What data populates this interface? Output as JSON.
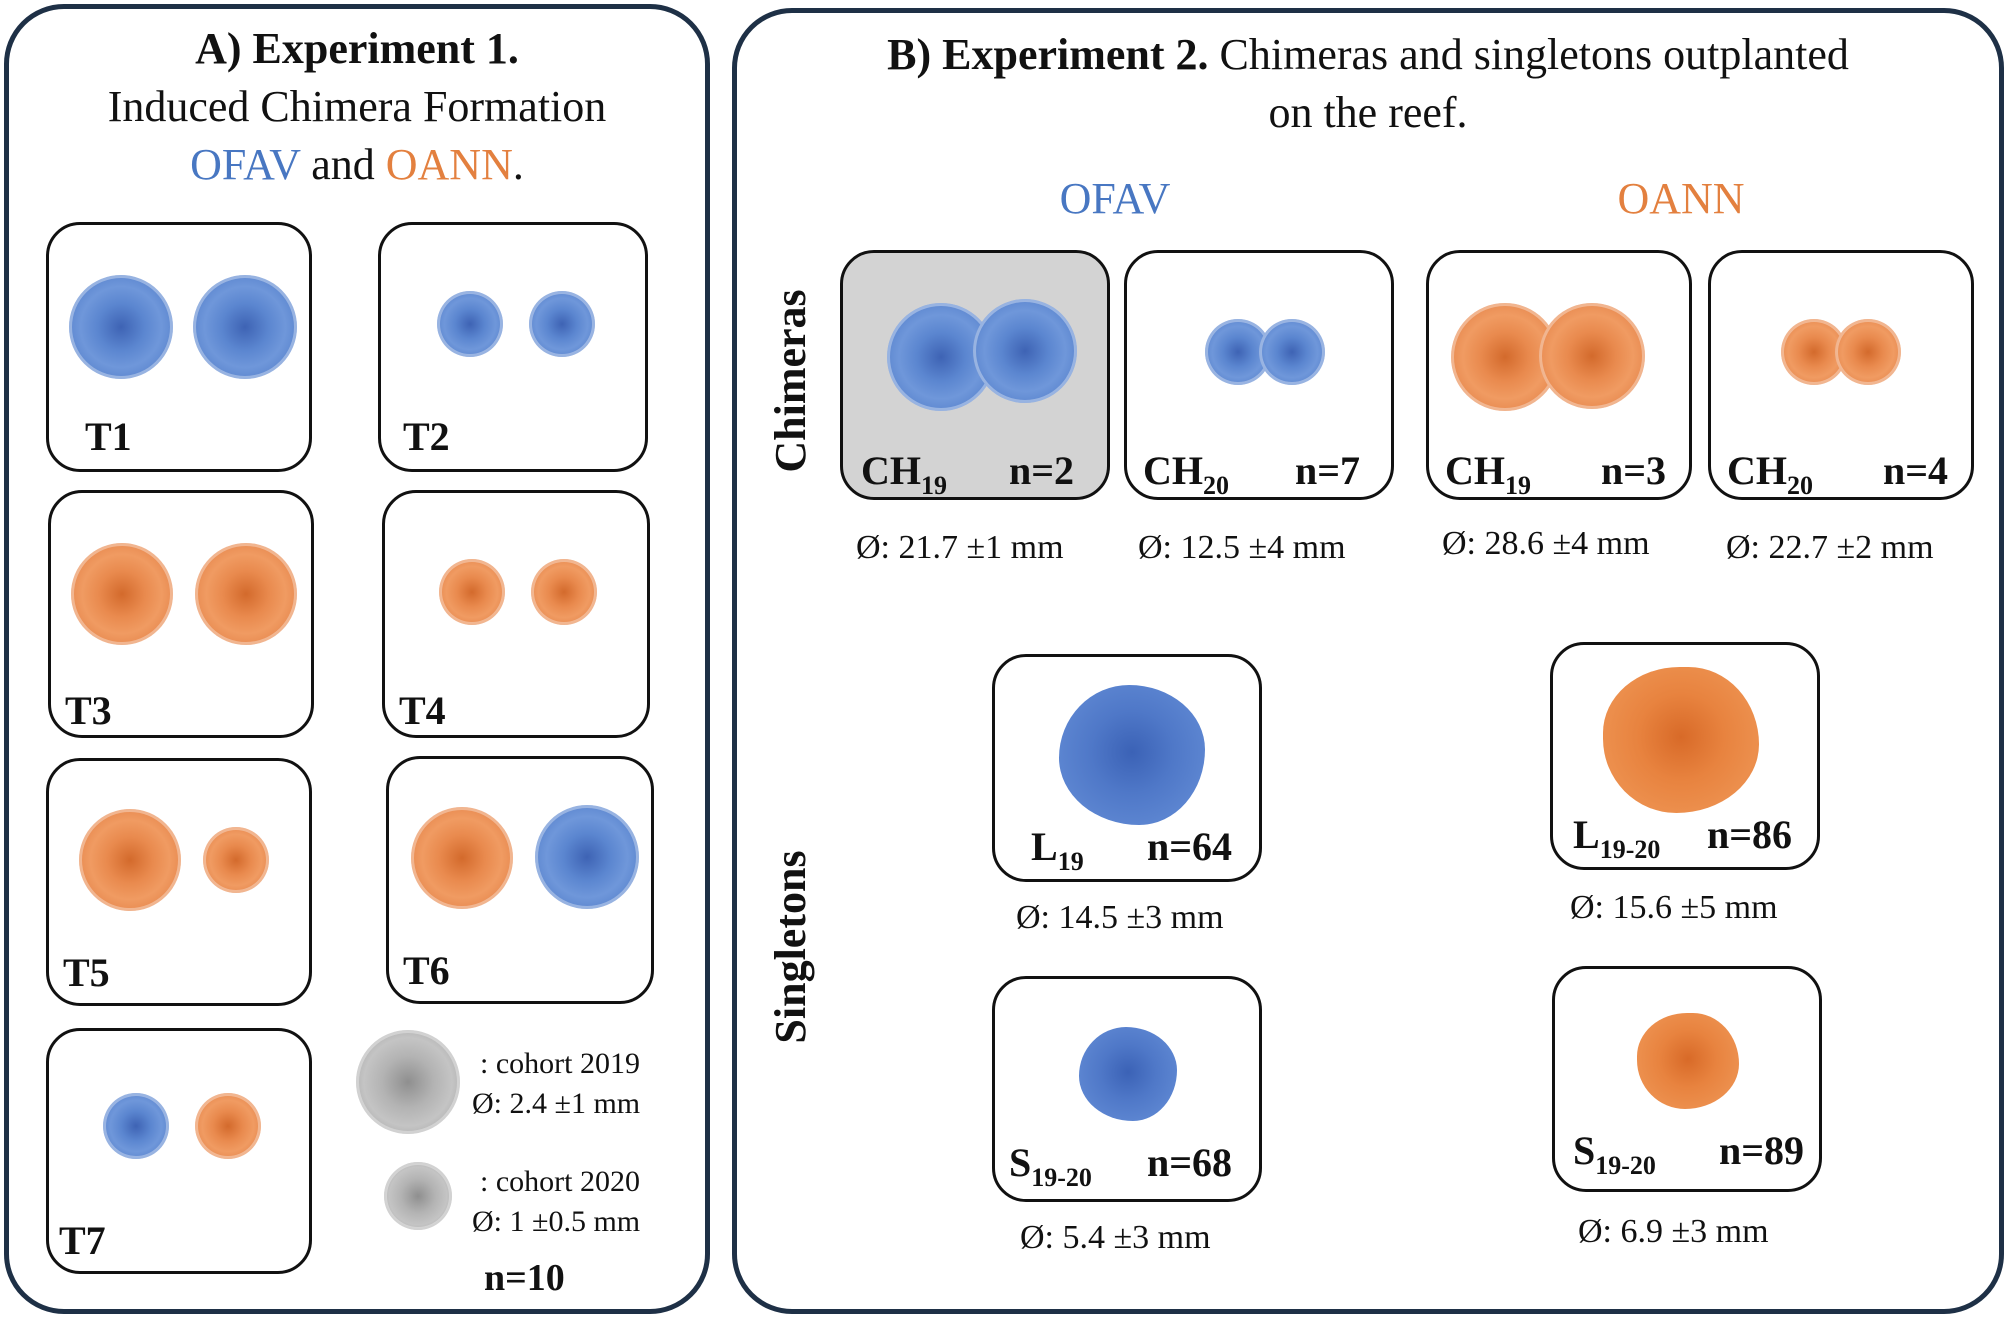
{
  "panel_a": {
    "title_prefix": "A) Experiment 1.",
    "subtitle": "Induced Chimera Formation",
    "species_blue": "OFAV",
    "connector": "and",
    "species_orange": "OANN",
    "period": ".",
    "treatments": [
      "T1",
      "T2",
      "T3",
      "T4",
      "T5",
      "T6",
      "T7"
    ],
    "legend": {
      "cohort2019": ": cohort 2019",
      "diam2019": "Ø: 2.4 ±1 mm",
      "cohort2020": ": cohort 2020",
      "diam2020": "Ø: 1 ±0.5 mm",
      "n": "n=10"
    }
  },
  "panel_b": {
    "title_prefix": "B) Experiment 2.",
    "title_rest": "Chimeras and singletons outplanted",
    "title_line2": "on the reef.",
    "species_blue": "OFAV",
    "species_orange": "OANN",
    "row_chimeras": "Chimeras",
    "row_singletons": "Singletons",
    "chimeras": [
      {
        "label": "CH",
        "sub": "19",
        "n": "n=2",
        "diam": "Ø: 21.7 ±1 mm"
      },
      {
        "label": "CH",
        "sub": "20",
        "n": "n=7",
        "diam": "Ø: 12.5 ±4 mm"
      },
      {
        "label": "CH",
        "sub": "19",
        "n": "n=3",
        "diam": "Ø: 28.6 ±4 mm"
      },
      {
        "label": "CH",
        "sub": "20",
        "n": "n=4",
        "diam": "Ø: 22.7 ±2 mm"
      }
    ],
    "singletons": [
      {
        "label": "L",
        "sub": "19",
        "n": "n=64",
        "diam": "Ø: 14.5 ±3 mm"
      },
      {
        "label": "L",
        "sub": "19-20",
        "n": "n=86",
        "diam": "Ø: 15.6 ±5 mm"
      },
      {
        "label": "S",
        "sub": "19-20",
        "n": "n=68",
        "diam": "Ø: 5.4 ±3 mm"
      },
      {
        "label": "S",
        "sub": "19-20",
        "n": "n=89",
        "diam": "Ø: 6.9 ±3 mm"
      }
    ]
  },
  "colors": {
    "blue": "#4877c2",
    "orange": "#e3803f",
    "border": "#1e3046",
    "shade": "#d3d3d3"
  }
}
